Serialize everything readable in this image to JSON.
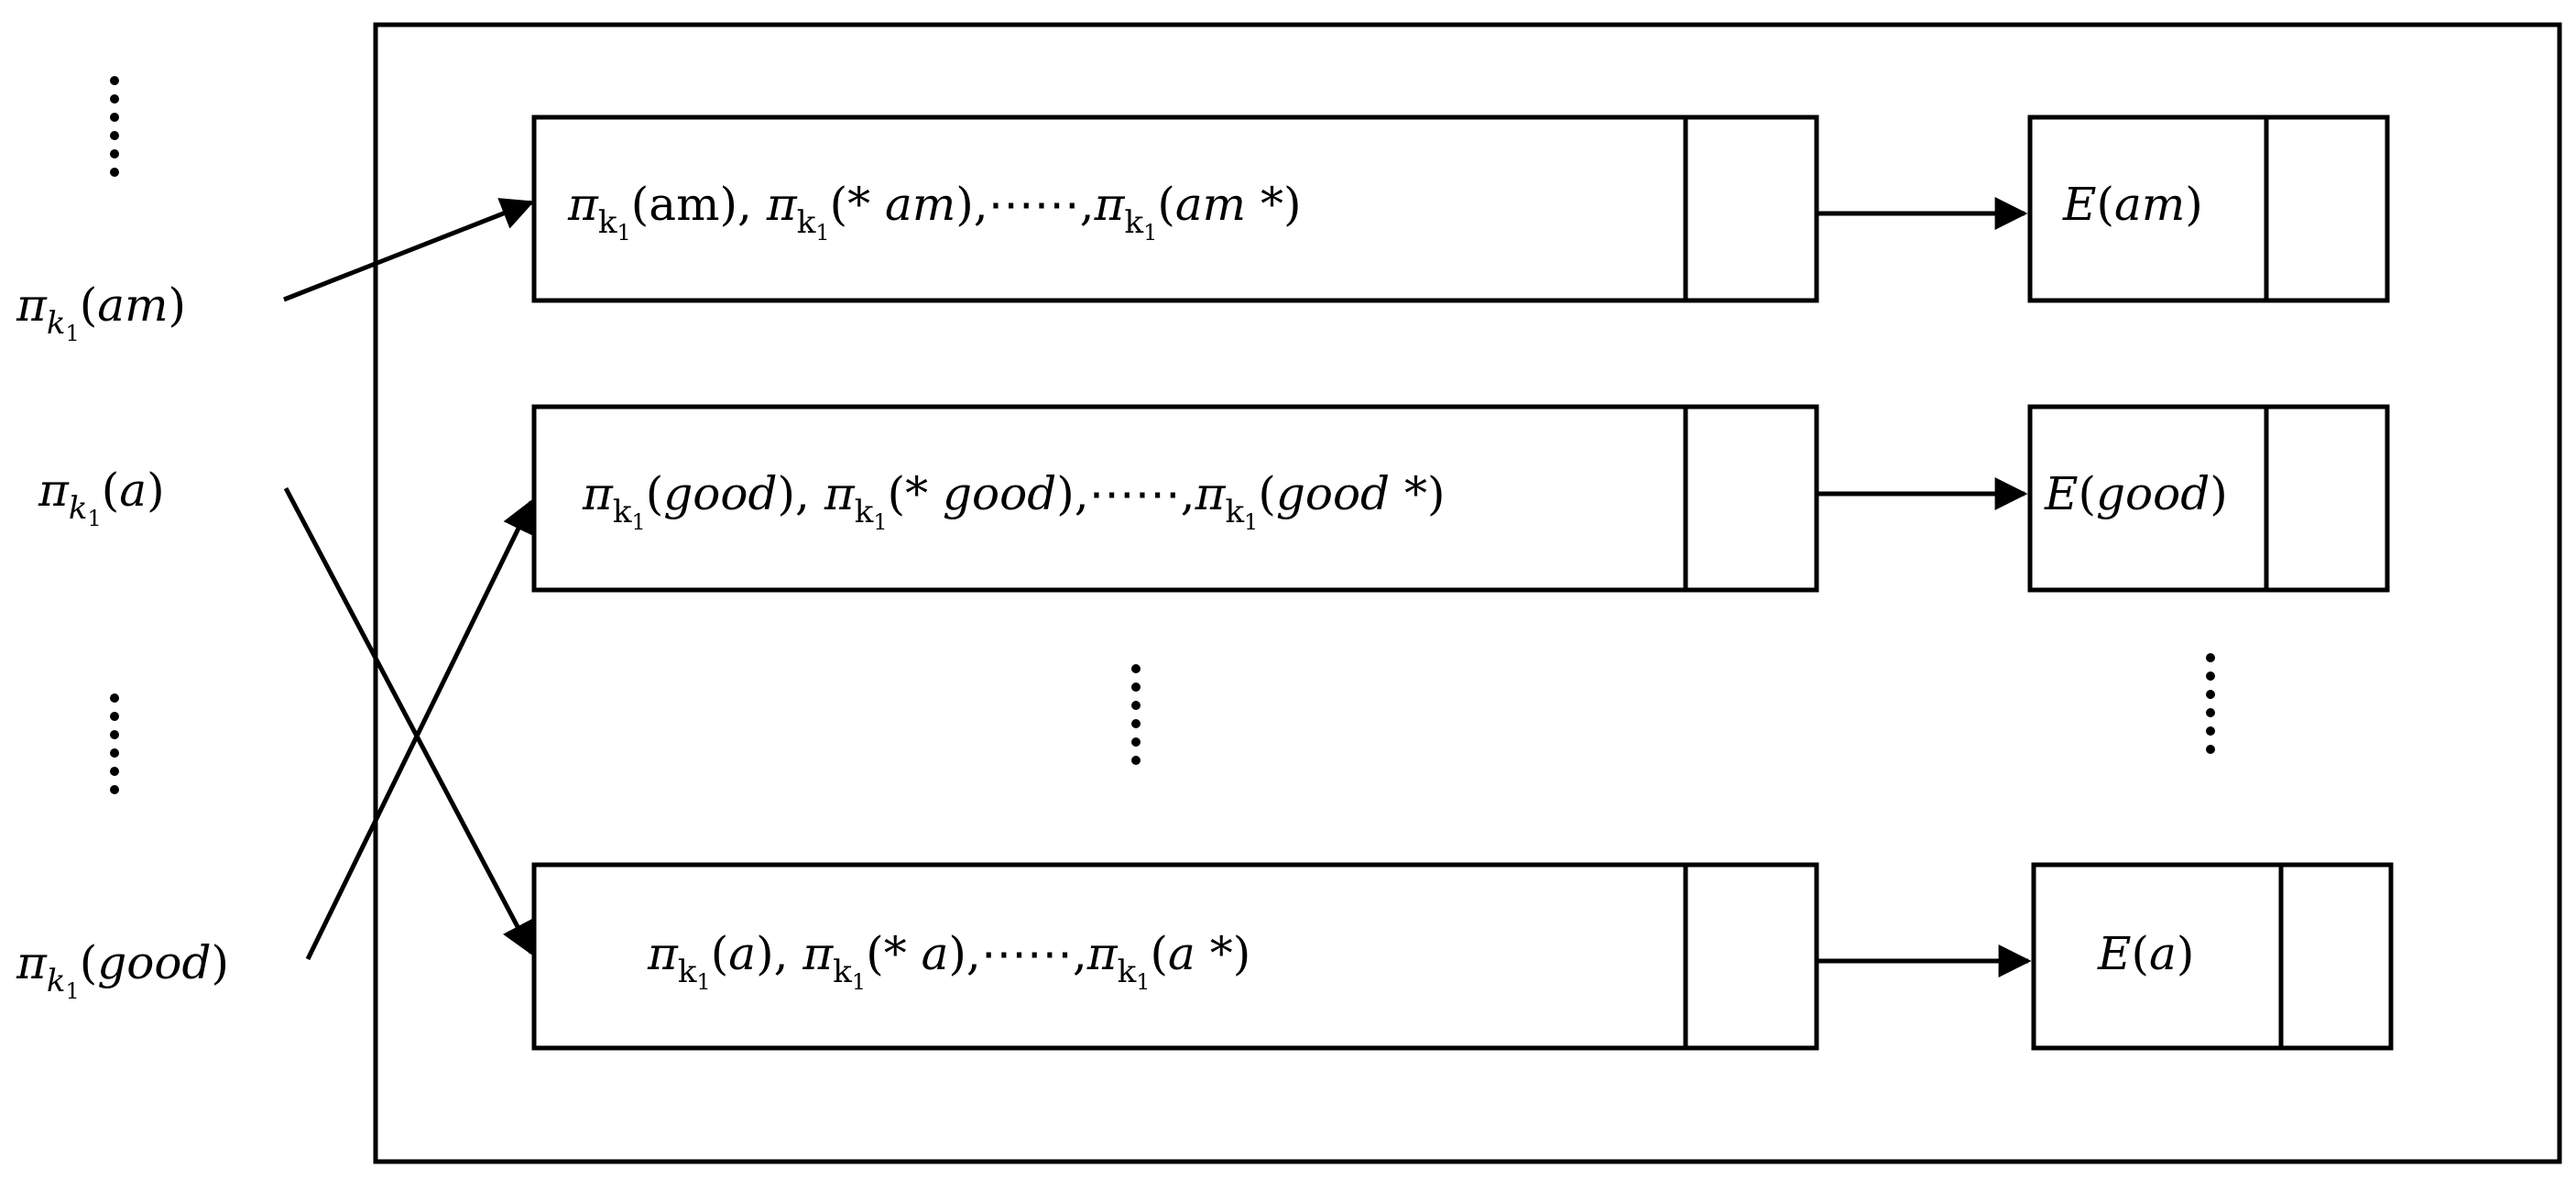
{
  "index_terms": [
    {
      "id": "am",
      "arg": "am"
    },
    {
      "id": "a",
      "arg": "a"
    },
    {
      "id": "good",
      "arg": "good"
    }
  ],
  "buckets": [
    {
      "id": "am",
      "arg": "am",
      "arg_upright": true,
      "variants": [
        "am",
        "* am",
        "am *"
      ],
      "encrypted_label": "E",
      "encrypted_arg": "am"
    },
    {
      "id": "good",
      "arg": "good",
      "arg_upright": false,
      "variants": [
        "good",
        "* good",
        "good *"
      ],
      "encrypted_label": "E",
      "encrypted_arg": "good"
    },
    {
      "id": "a",
      "arg": "a",
      "arg_upright": false,
      "variants": [
        "a",
        "* a",
        "a *"
      ],
      "encrypted_label": "E",
      "encrypted_arg": "a"
    }
  ],
  "symbols": {
    "pi": "π",
    "k_italic": "k",
    "k_upright": "k",
    "one": "1",
    "ellipsis": "⋯⋯",
    "comma": ",",
    "open_paren": "(",
    "close_paren": ")"
  }
}
